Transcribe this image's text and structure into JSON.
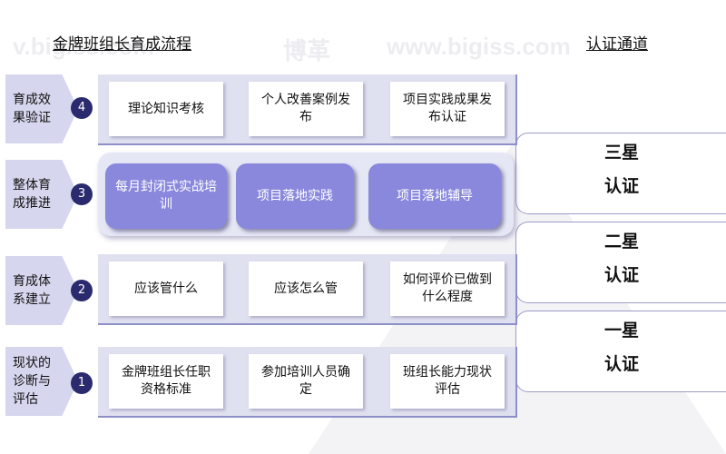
{
  "title_left": "金牌班组长育成流程",
  "title_right": "认证通道",
  "watermarks": [
    "v.bigiss.com",
    "博革",
    "www.bigiss.com",
    "www.bigiss.com",
    "bigiss",
    "博革"
  ],
  "stages": [
    {
      "label": "育成效果验证",
      "num": "4",
      "cards": [
        "理论知识考核",
        "个人改善案例发布",
        "项目实践成果发布认证"
      ]
    },
    {
      "label": "整体育成推进",
      "num": "3",
      "cards": [
        "每月封闭式实战培训",
        "项目落地实践",
        "项目落地辅导"
      ]
    },
    {
      "label": "育成体系建立",
      "num": "2",
      "cards": [
        "应该管什么",
        "应该怎么管",
        "如何评价已做到什么程度"
      ]
    },
    {
      "label": "现状的诊断与评估",
      "num": "1",
      "cards": [
        "金牌班组长任职资格标准",
        "参加培训人员确定",
        "班组长能力现状评估"
      ]
    }
  ],
  "certs": [
    {
      "line1": "三星",
      "line2": "认证"
    },
    {
      "line1": "二星",
      "line2": "认证"
    },
    {
      "line1": "一星",
      "line2": "认证"
    }
  ]
}
